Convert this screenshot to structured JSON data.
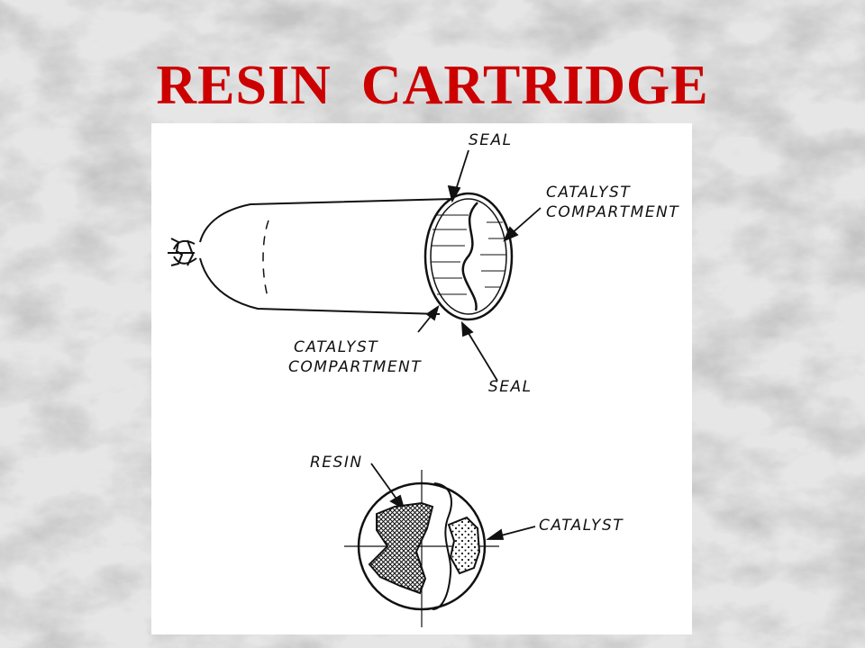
{
  "title": "RESIN  CARTRIDGE",
  "colors": {
    "title": "#cc0000",
    "panel": "#ffffff",
    "ink": "#111111"
  },
  "diagram": {
    "labels": {
      "seal_top": "SEAL",
      "catalyst_compartment_right_1": "CATALYST",
      "catalyst_compartment_right_2": "COMPARTMENT",
      "catalyst_compartment_left_1": "CATALYST",
      "catalyst_compartment_left_2": "COMPARTMENT",
      "seal_bottom": "SEAL",
      "resin": "RESIN",
      "catalyst": "CATALYST"
    }
  }
}
